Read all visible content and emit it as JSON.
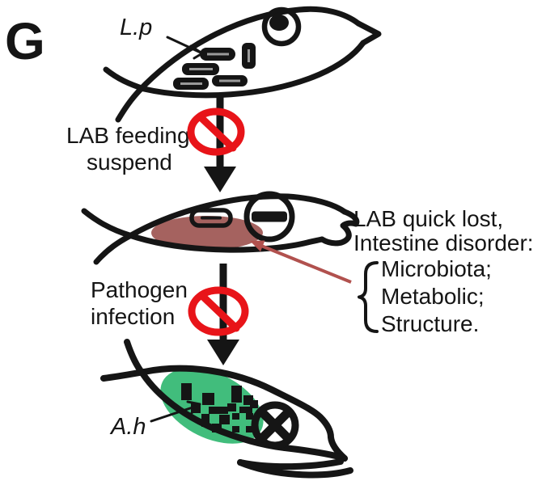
{
  "panel": {
    "label": "G"
  },
  "colors": {
    "line": "#151515",
    "prohibition_red": "#e81419",
    "intestine_brown": "#a5625f",
    "annotation_arrow_brown": "#b1514e",
    "infection_green": "#41bd7c",
    "rod_highlight_gray": "#9a9a9a"
  },
  "top_section": {
    "bacteria_label": "L.p"
  },
  "step1": {
    "line1": "LAB feeding",
    "line2": "suspend"
  },
  "middle_section": {
    "result_line1": "LAB quick lost,",
    "result_line2": "Intestine disorder:",
    "result_items": [
      "Microbiota;",
      "Metabolic;",
      "Structure."
    ]
  },
  "step2": {
    "line1": "Pathogen",
    "line2": "infection"
  },
  "bottom_section": {
    "pathogen_label": "A.h"
  }
}
